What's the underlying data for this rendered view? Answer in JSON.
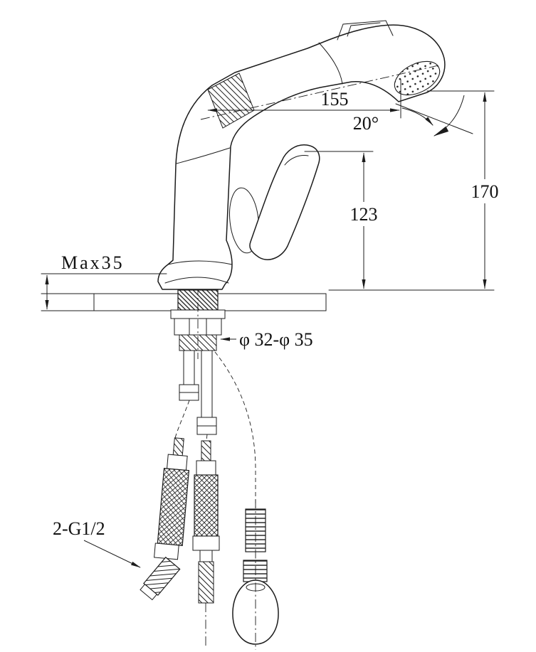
{
  "colors": {
    "background": "#ffffff",
    "line": "#1c1c1c"
  },
  "labels": {
    "spout_reach": "155",
    "spray_angle": "20°",
    "overall_height": "170",
    "spout_height": "123",
    "max_mounting_thickness": "Max35",
    "mounting_hole_diameter": "φ 32-φ 35",
    "inlet_thread": "2-G1/2"
  }
}
